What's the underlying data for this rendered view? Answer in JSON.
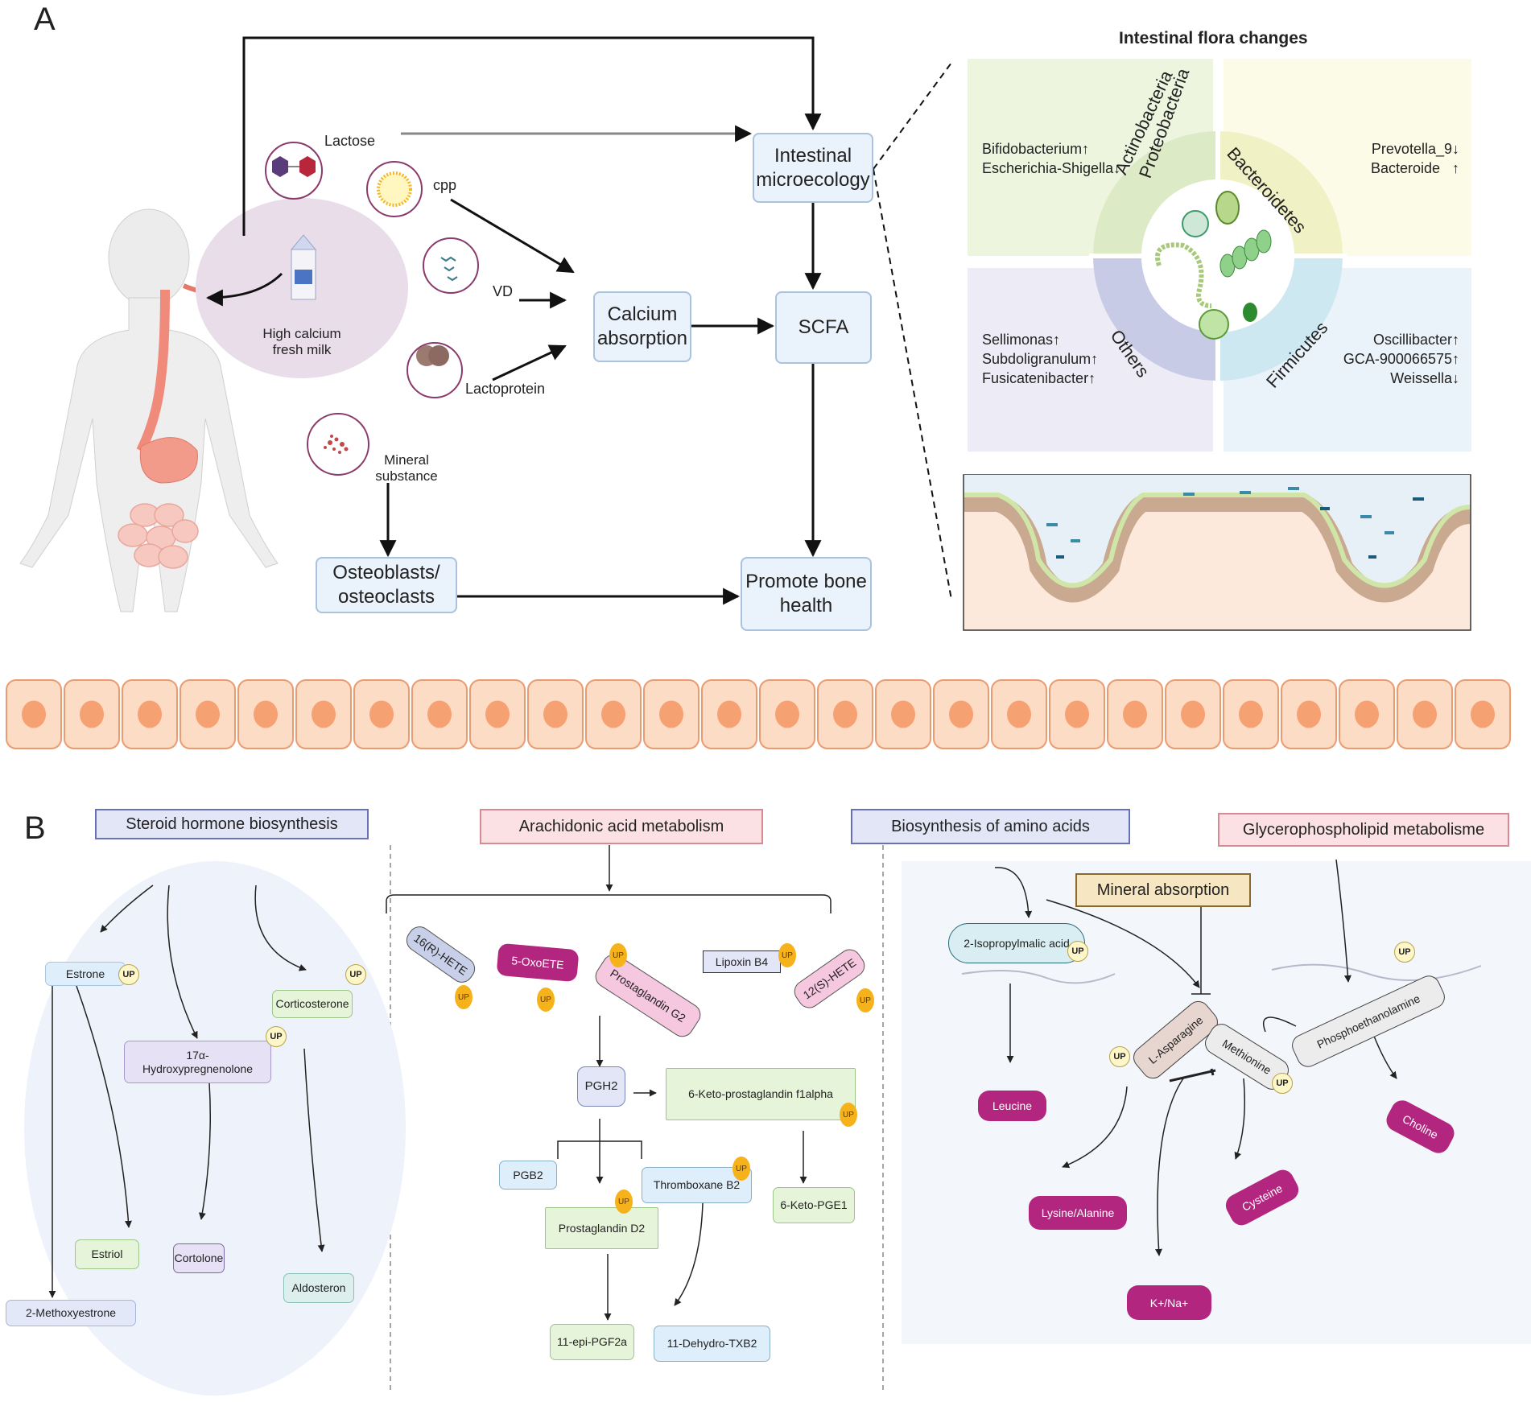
{
  "panel_a": {
    "letter": "A",
    "flora_title": "Intestinal flora changes",
    "food": {
      "milk_label": "High calcium fresh milk",
      "lactose": "Lactose",
      "cpp": "cpp",
      "vd": "VD",
      "lactoprotein": "Lactoprotein",
      "mineral": "Mineral substance"
    },
    "boxes": {
      "intestinal_microecology": "Intestinal microecology",
      "calcium_absorption": "Calcium absorption",
      "scfa": "SCFA",
      "osteoblasts": "Osteoblasts/ osteoclasts",
      "bone_health": "Promote bone health"
    },
    "quadrants": {
      "top_left": "Bifidobacterium↑\nEscherichia-Shigella↓",
      "top_right": "Prevotella_9↓\nBacteroide   ↑",
      "bottom_left": "Sellimonas↑\nSubdoligranulum↑\nFusicatenibacter↑",
      "bottom_right": "Oscillibacter↑\nGCA-900066575↑\nWeissella↓"
    },
    "ring_labels": {
      "actinobacteria": "Actinobacteria",
      "proteobacteria": "Proteobacteria",
      "bacteroidetes": "Bacteroidetes",
      "others": "Others",
      "firmicutes": "Firmicutes"
    }
  },
  "panel_b": {
    "letter": "B",
    "pathways": {
      "steroid": "Steroid hormone biosynthesis",
      "arachidonic": "Arachidonic acid metabolism",
      "amino": "Biosynthesis of amino acids",
      "glycero": "Glycerophospholipid metabolisme",
      "mineral": "Mineral absorption"
    },
    "up_label": "UP",
    "steroid_nodes": {
      "estrone": "Estrone",
      "corticosterone": "Corticosterone",
      "hydroxypregnenolone": "17α-\nHydroxypregnenolone",
      "estriol": "Estriol",
      "cortolone": "Cortolone",
      "aldosteron": "Aldosteron",
      "methoxyestrone": "2-Methoxyestrone"
    },
    "arachidonic_nodes": {
      "hete16": "16(R)-HETE",
      "oxoete": "5-OxoETE",
      "pgg2": "Prostaglandin G2",
      "lipoxin": "Lipoxin B4",
      "hete12": "12(S)-HETE",
      "pgh2": "PGH2",
      "keto_f1": "6-Keto-prostaglandin f1alpha",
      "pgb2": "PGB2",
      "txb2": "Thromboxane B2",
      "pgd2": "Prostaglandin D2",
      "keto_pge1": "6-Keto-PGE1",
      "epi_pgf2a": "11-epi-PGF2a",
      "dehydro_txb2": "11-Dehydro-TXB2"
    },
    "amino_nodes": {
      "isopropylmalic": "2-Isopropylmalic acid",
      "leucine": "Leucine",
      "asparagine": "L-Asparagine",
      "methionine": "Methionine",
      "phosphoethanolamine": "Phosphoethanolamine",
      "choline": "Choline",
      "lysine": "Lysine/Alanine",
      "cysteine": "Cysteine",
      "kna": "K+/Na+"
    }
  }
}
